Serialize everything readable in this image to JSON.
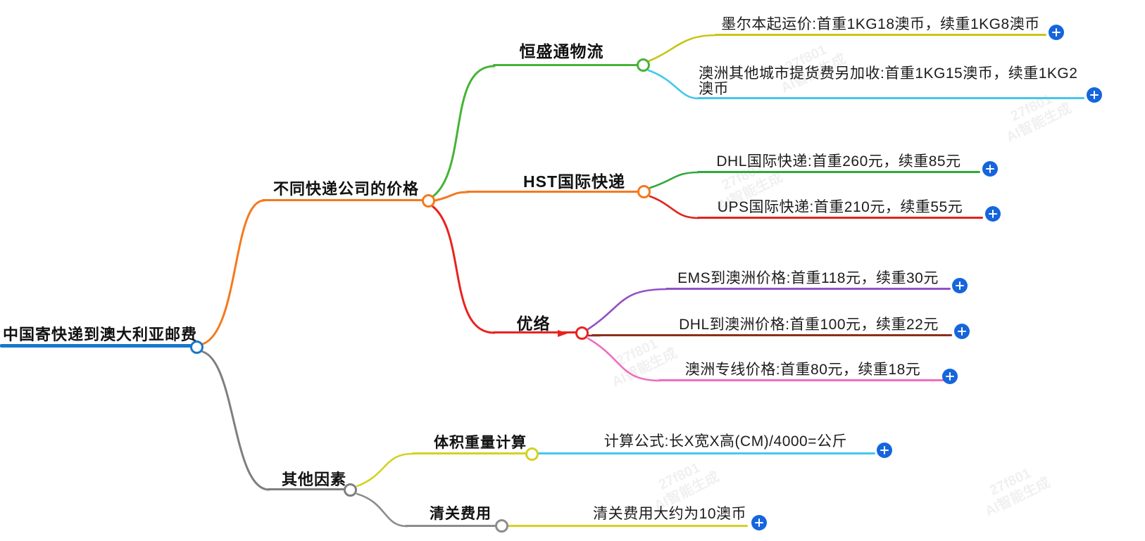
{
  "plus_color": "#1565dd",
  "watermark": {
    "id": "27f801",
    "brand": "AI智能生成"
  },
  "root": {
    "label": "中国寄快递到澳大利亚邮费",
    "color": "#1877cd"
  },
  "branches": [
    {
      "label": "不同快递公司的价格",
      "color": "#f5791d",
      "children": [
        {
          "label": "恒盛通物流",
          "color": "#46b336",
          "children": [
            {
              "label": "墨尔本起运价:首重1KG18澳币，续重1KG8澳币",
              "color": "#c9c419"
            },
            {
              "label": "澳洲其他城市提货费另加收:首重1KG15澳币，续重1KG2澳币",
              "color": "#43c7ef"
            }
          ]
        },
        {
          "label": "HST国际快递",
          "color": "#f5791d",
          "children": [
            {
              "label": "DHL国际快递:首重260元，续重85元",
              "color": "#2fa83c"
            },
            {
              "label": "UPS国际快递:首重210元，续重55元",
              "color": "#e0241b"
            }
          ]
        },
        {
          "label": "优络",
          "color": "#e8231f",
          "children": [
            {
              "label": "EMS到澳洲价格:首重118元，续重30元",
              "color": "#9351c5"
            },
            {
              "label": "DHL到澳洲价格:首重100元，续重22元",
              "color": "#8c2e1d"
            },
            {
              "label": "澳洲专线价格:首重80元，续重18元",
              "color": "#ef6dc0"
            }
          ]
        }
      ]
    },
    {
      "label": "其他因素",
      "color": "#7f7f7f",
      "children": [
        {
          "label": "体积重量计算",
          "color": "#d3d222",
          "children": [
            {
              "label": "计算公式:长X宽X高(CM)/4000=公斤",
              "color": "#43c7ef"
            }
          ]
        },
        {
          "label": "清关费用",
          "color": "#8c8c8c",
          "children": [
            {
              "label": "清关费用大约为10澳币",
              "color": "#d3d222"
            }
          ]
        }
      ]
    }
  ]
}
